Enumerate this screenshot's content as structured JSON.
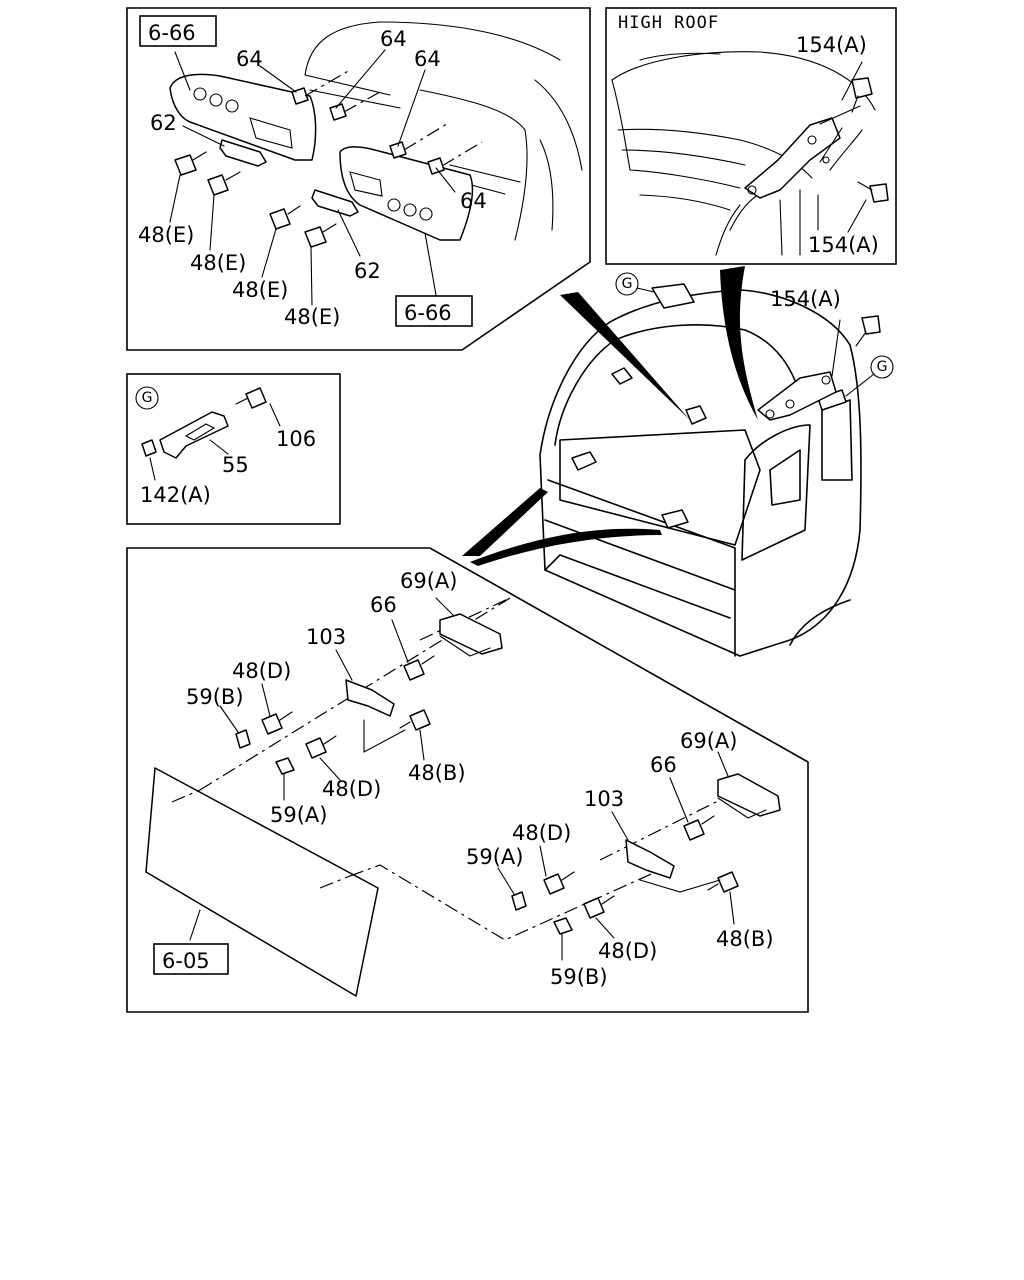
{
  "panels": {
    "top_left": {
      "ref_upper": "6-66",
      "ref_lower": "6-66",
      "labels": {
        "p64a": "64",
        "p64b": "64",
        "p64c": "64",
        "p64d": "64",
        "p62a": "62",
        "p62b": "62",
        "p48e1": "48(E)",
        "p48e2": "48(E)",
        "p48e3": "48(E)",
        "p48e4": "48(E)"
      }
    },
    "high_roof": {
      "title": "HIGH ROOF",
      "labels": {
        "p154a": "154(A)",
        "p154b": "154(A)"
      }
    },
    "detail_g": {
      "marker": "G",
      "labels": {
        "p106": "106",
        "p55": "55",
        "p142": "142(A)"
      }
    },
    "bottom": {
      "ref": "6-05",
      "labels": {
        "p69a1": "69(A)",
        "p66a": "66",
        "p103a": "103",
        "p48d1": "48(D)",
        "p59b1": "59(B)",
        "p48d2": "48(D)",
        "p48b1": "48(B)",
        "p59a1": "59(A)",
        "p69a2": "69(A)",
        "p66b": "66",
        "p103b": "103",
        "p48d3": "48(D)",
        "p59a2": "59(A)",
        "p48d4": "48(D)",
        "p48b2": "48(B)",
        "p59b2": "59(B)"
      }
    },
    "vehicle": {
      "marker_left": "G",
      "marker_right": "G",
      "label_154": "154(A)"
    }
  }
}
